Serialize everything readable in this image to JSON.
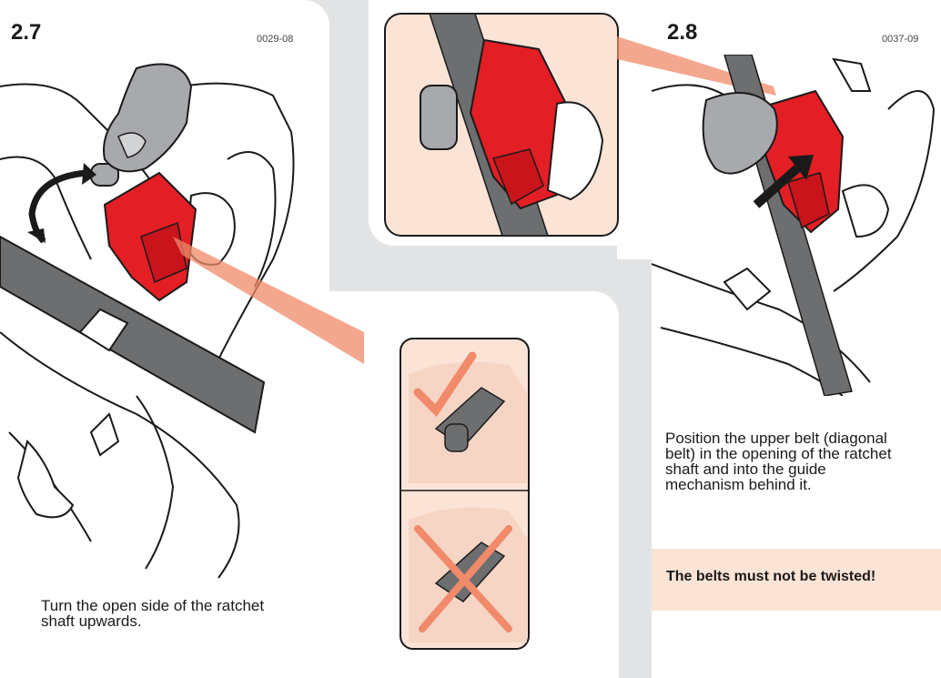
{
  "step_2_7": {
    "number": "2.7",
    "code": "0029-08",
    "instruction_line1": "Turn the open side of the ratchet",
    "instruction_line2": "shaft upwards."
  },
  "step_2_8": {
    "number": "2.8",
    "code": "0037-09",
    "instruction_line1": "Position the upper belt (diagonal",
    "instruction_line2": "belt) in the opening of the ratchet",
    "instruction_line3": "shaft and into the guide",
    "instruction_line4": "mechanism behind it.",
    "warning": "The belts must not be twisted!"
  },
  "colors": {
    "accent_red": "#e31e24",
    "belt_gray": "#6d6e70",
    "skin": "#f6d5c5",
    "highlight_orange": "#f08a6a"
  }
}
